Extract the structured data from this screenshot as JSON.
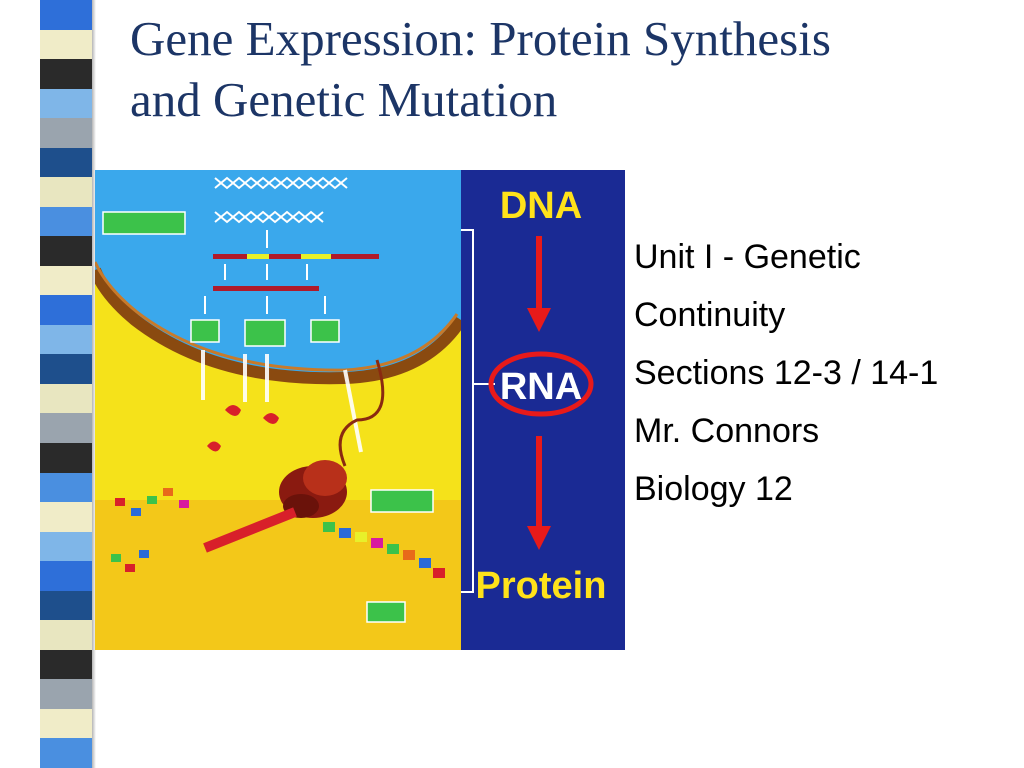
{
  "slide": {
    "title_line1": "Gene Expression: Protein Synthesis",
    "title_line2": "and Genetic Mutation",
    "info_lines": [
      "Unit I - Genetic",
      "Continuity",
      "Sections 12-3 / 14-1",
      "Mr. Connors",
      "Biology 12"
    ]
  },
  "figure": {
    "flow": {
      "top": "DNA",
      "middle": "RNA",
      "bottom": "Protein"
    },
    "colors": {
      "flow_panel": "#1a2a94",
      "flow_text": "#ffe21a",
      "arrow": "#e81a1a",
      "nucleus": "#2a9ee8",
      "cytoplasm": "#f5e21a",
      "membrane": "#8a4a10"
    }
  },
  "decor": {
    "stripe_colors": [
      "#2e6fd9",
      "#f0ecc8",
      "#2a2a2a",
      "#7fb6e8",
      "#9aa4ae",
      "#1e4f8c",
      "#e8e6c0",
      "#4a8fe0"
    ]
  }
}
